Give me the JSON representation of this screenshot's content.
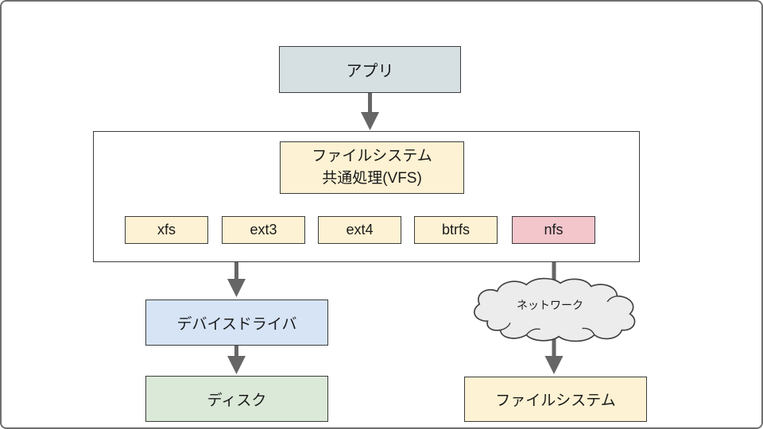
{
  "colors": {
    "frame_border": "#6f6f6f",
    "line": "#3d3d3d",
    "arrow": "#666666",
    "cloud_fill": "#ececec"
  },
  "diagram": {
    "app_box": {
      "label": "アプリ",
      "bg": "#d6e0e3"
    },
    "vfs_box": {
      "line1": "ファイルシステム",
      "line2": "共通処理(VFS)",
      "bg": "#fdf2d3"
    },
    "filesystems": [
      {
        "label": "xfs",
        "bg": "#fdf2d3"
      },
      {
        "label": "ext3",
        "bg": "#fdf2d3"
      },
      {
        "label": "ext4",
        "bg": "#fdf2d3"
      },
      {
        "label": "btrfs",
        "bg": "#fdf2d3"
      },
      {
        "label": "nfs",
        "bg": "#f3c6cc"
      }
    ],
    "device_driver_box": {
      "label": "デバイスドライバ",
      "bg": "#d6e4f6"
    },
    "disk_box": {
      "label": "ディスク",
      "bg": "#dbe9d8"
    },
    "network_cloud": {
      "label": "ネットワーク"
    },
    "remote_fs_box": {
      "label": "ファイルシステム",
      "bg": "#fdf2d3"
    }
  }
}
